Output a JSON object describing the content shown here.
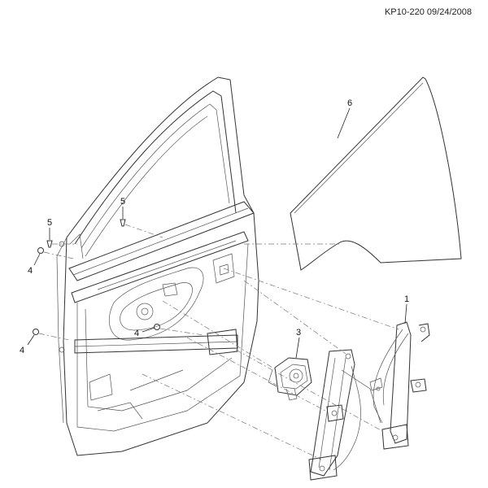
{
  "header": {
    "reference": "KP10-220 09/24/2008"
  },
  "callouts": {
    "c1": "1",
    "c3": "3",
    "c4a": "4",
    "c4b": "4",
    "c4c": "4",
    "c5a": "5",
    "c5b": "5",
    "c6": "6"
  }
}
